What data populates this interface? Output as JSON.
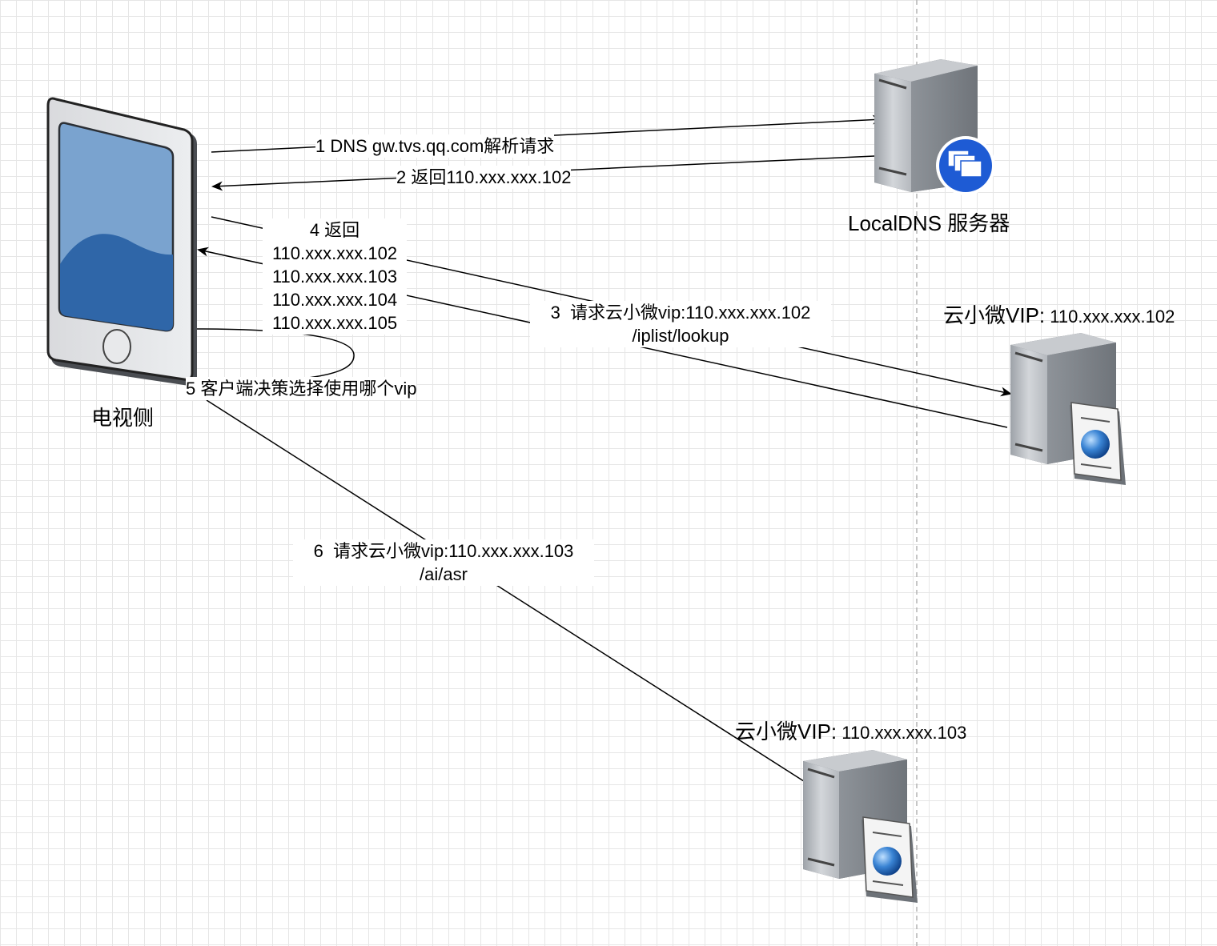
{
  "nodes": {
    "tv": {
      "label": "电视侧",
      "icon": "tablet-icon"
    },
    "localdns": {
      "label": "LocalDNS 服务器",
      "icon": "dns-server-icon"
    },
    "vip1": {
      "label_main": "云小微VIP:",
      "label_ip": " 110.xxx.xxx.102",
      "icon": "web-server-icon"
    },
    "vip2": {
      "label_main": "云小微VIP:",
      "label_ip": " 110.xxx.xxx.103",
      "icon": "web-server-icon"
    }
  },
  "edges": {
    "step1": "1 DNS gw.tvs.qq.com解析请求",
    "step2": "2 返回110.xxx.xxx.102",
    "step3": "3  请求云小微vip:110.xxx.xxx.102\n/iplist/lookup",
    "step4": "4 返回\n110.xxx.xxx.102\n110.xxx.xxx.103\n110.xxx.xxx.104\n110.xxx.xxx.105",
    "step5": "5 客户端决策选择使用哪个vip",
    "step6": "6  请求云小微vip:110.xxx.xxx.103\n/ai/asr"
  },
  "colors": {
    "line": "#000000",
    "divider": "#b3b3b3",
    "screen_blue": "#7aa3cf",
    "screen_dark_blue": "#2f66a8",
    "badge_blue": "#1e5bd4"
  }
}
